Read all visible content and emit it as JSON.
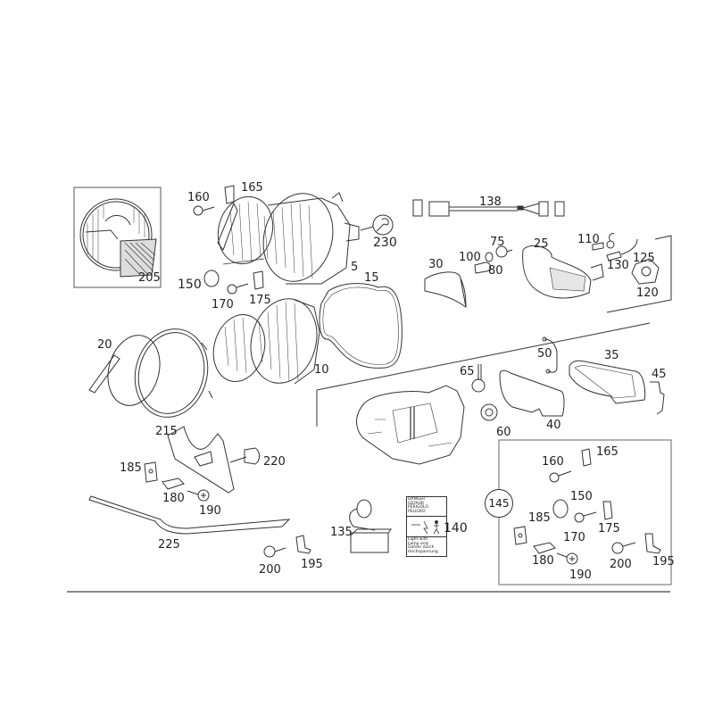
{
  "diagram": {
    "type": "exploded-parts-diagram",
    "subject": "headlamp assembly",
    "callouts": [
      {
        "id": "5",
        "group": "main"
      },
      {
        "id": "10",
        "group": "main"
      },
      {
        "id": "15",
        "group": "main"
      },
      {
        "id": "20",
        "group": "main"
      },
      {
        "id": "25",
        "group": "main"
      },
      {
        "id": "30",
        "group": "main"
      },
      {
        "id": "35",
        "group": "main"
      },
      {
        "id": "40",
        "group": "main"
      },
      {
        "id": "45",
        "group": "main"
      },
      {
        "id": "50",
        "group": "main"
      },
      {
        "id": "60",
        "group": "main"
      },
      {
        "id": "65",
        "group": "main"
      },
      {
        "id": "75",
        "group": "main"
      },
      {
        "id": "80",
        "group": "main"
      },
      {
        "id": "100",
        "group": "main"
      },
      {
        "id": "110",
        "group": "main"
      },
      {
        "id": "120",
        "group": "main"
      },
      {
        "id": "125",
        "group": "main"
      },
      {
        "id": "130",
        "group": "main"
      },
      {
        "id": "135",
        "group": "main"
      },
      {
        "id": "138",
        "group": "main"
      },
      {
        "id": "140",
        "group": "main"
      },
      {
        "id": "150",
        "group": "main"
      },
      {
        "id": "160",
        "group": "main"
      },
      {
        "id": "165",
        "group": "main"
      },
      {
        "id": "170",
        "group": "main"
      },
      {
        "id": "175",
        "group": "main"
      },
      {
        "id": "180",
        "group": "main"
      },
      {
        "id": "185",
        "group": "main"
      },
      {
        "id": "190",
        "group": "main"
      },
      {
        "id": "195",
        "group": "main"
      },
      {
        "id": "200",
        "group": "main"
      },
      {
        "id": "205",
        "group": "inset-left"
      },
      {
        "id": "215",
        "group": "main"
      },
      {
        "id": "220",
        "group": "main"
      },
      {
        "id": "225",
        "group": "main"
      },
      {
        "id": "230",
        "group": "main",
        "icon": "wrench-icon"
      }
    ],
    "labels": {
      "l5": "5",
      "l10": "10",
      "l15": "15",
      "l20": "20",
      "l25": "25",
      "l30": "30",
      "l35": "35",
      "l40": "40",
      "l45": "45",
      "l50": "50",
      "l60": "60",
      "l65": "65",
      "l75": "75",
      "l80": "80",
      "l100": "100",
      "l110": "110",
      "l120": "120",
      "l125": "125",
      "l130": "130",
      "l135": "135",
      "l138": "138",
      "l140": "140",
      "l150": "150",
      "l160": "160",
      "l165": "165",
      "l170": "170",
      "l175": "175",
      "l180": "180",
      "l185": "185",
      "l190": "190",
      "l195": "195",
      "l200": "200",
      "l205": "205",
      "l215": "215",
      "l220": "220",
      "l225": "225",
      "l230": "230"
    },
    "kit_inset": {
      "circle_label": "145",
      "labels": {
        "k160": "160",
        "k165": "165",
        "k150": "150",
        "k170": "170",
        "k175": "175",
        "k185": "185",
        "k180": "180",
        "k190": "190",
        "k200": "200",
        "k195": "195"
      }
    },
    "warning_label_140": {
      "header_lines": [
        "DANGER",
        "GEFAHR",
        "PERIGOLO",
        "PELIGRO"
      ],
      "footer_lines": [
        "Light with",
        "Lamp only",
        "Gefahr durch",
        "Hochspannung"
      ]
    }
  },
  "colors": {
    "line": "#333333",
    "background": "#ffffff",
    "rule": "#888888"
  }
}
